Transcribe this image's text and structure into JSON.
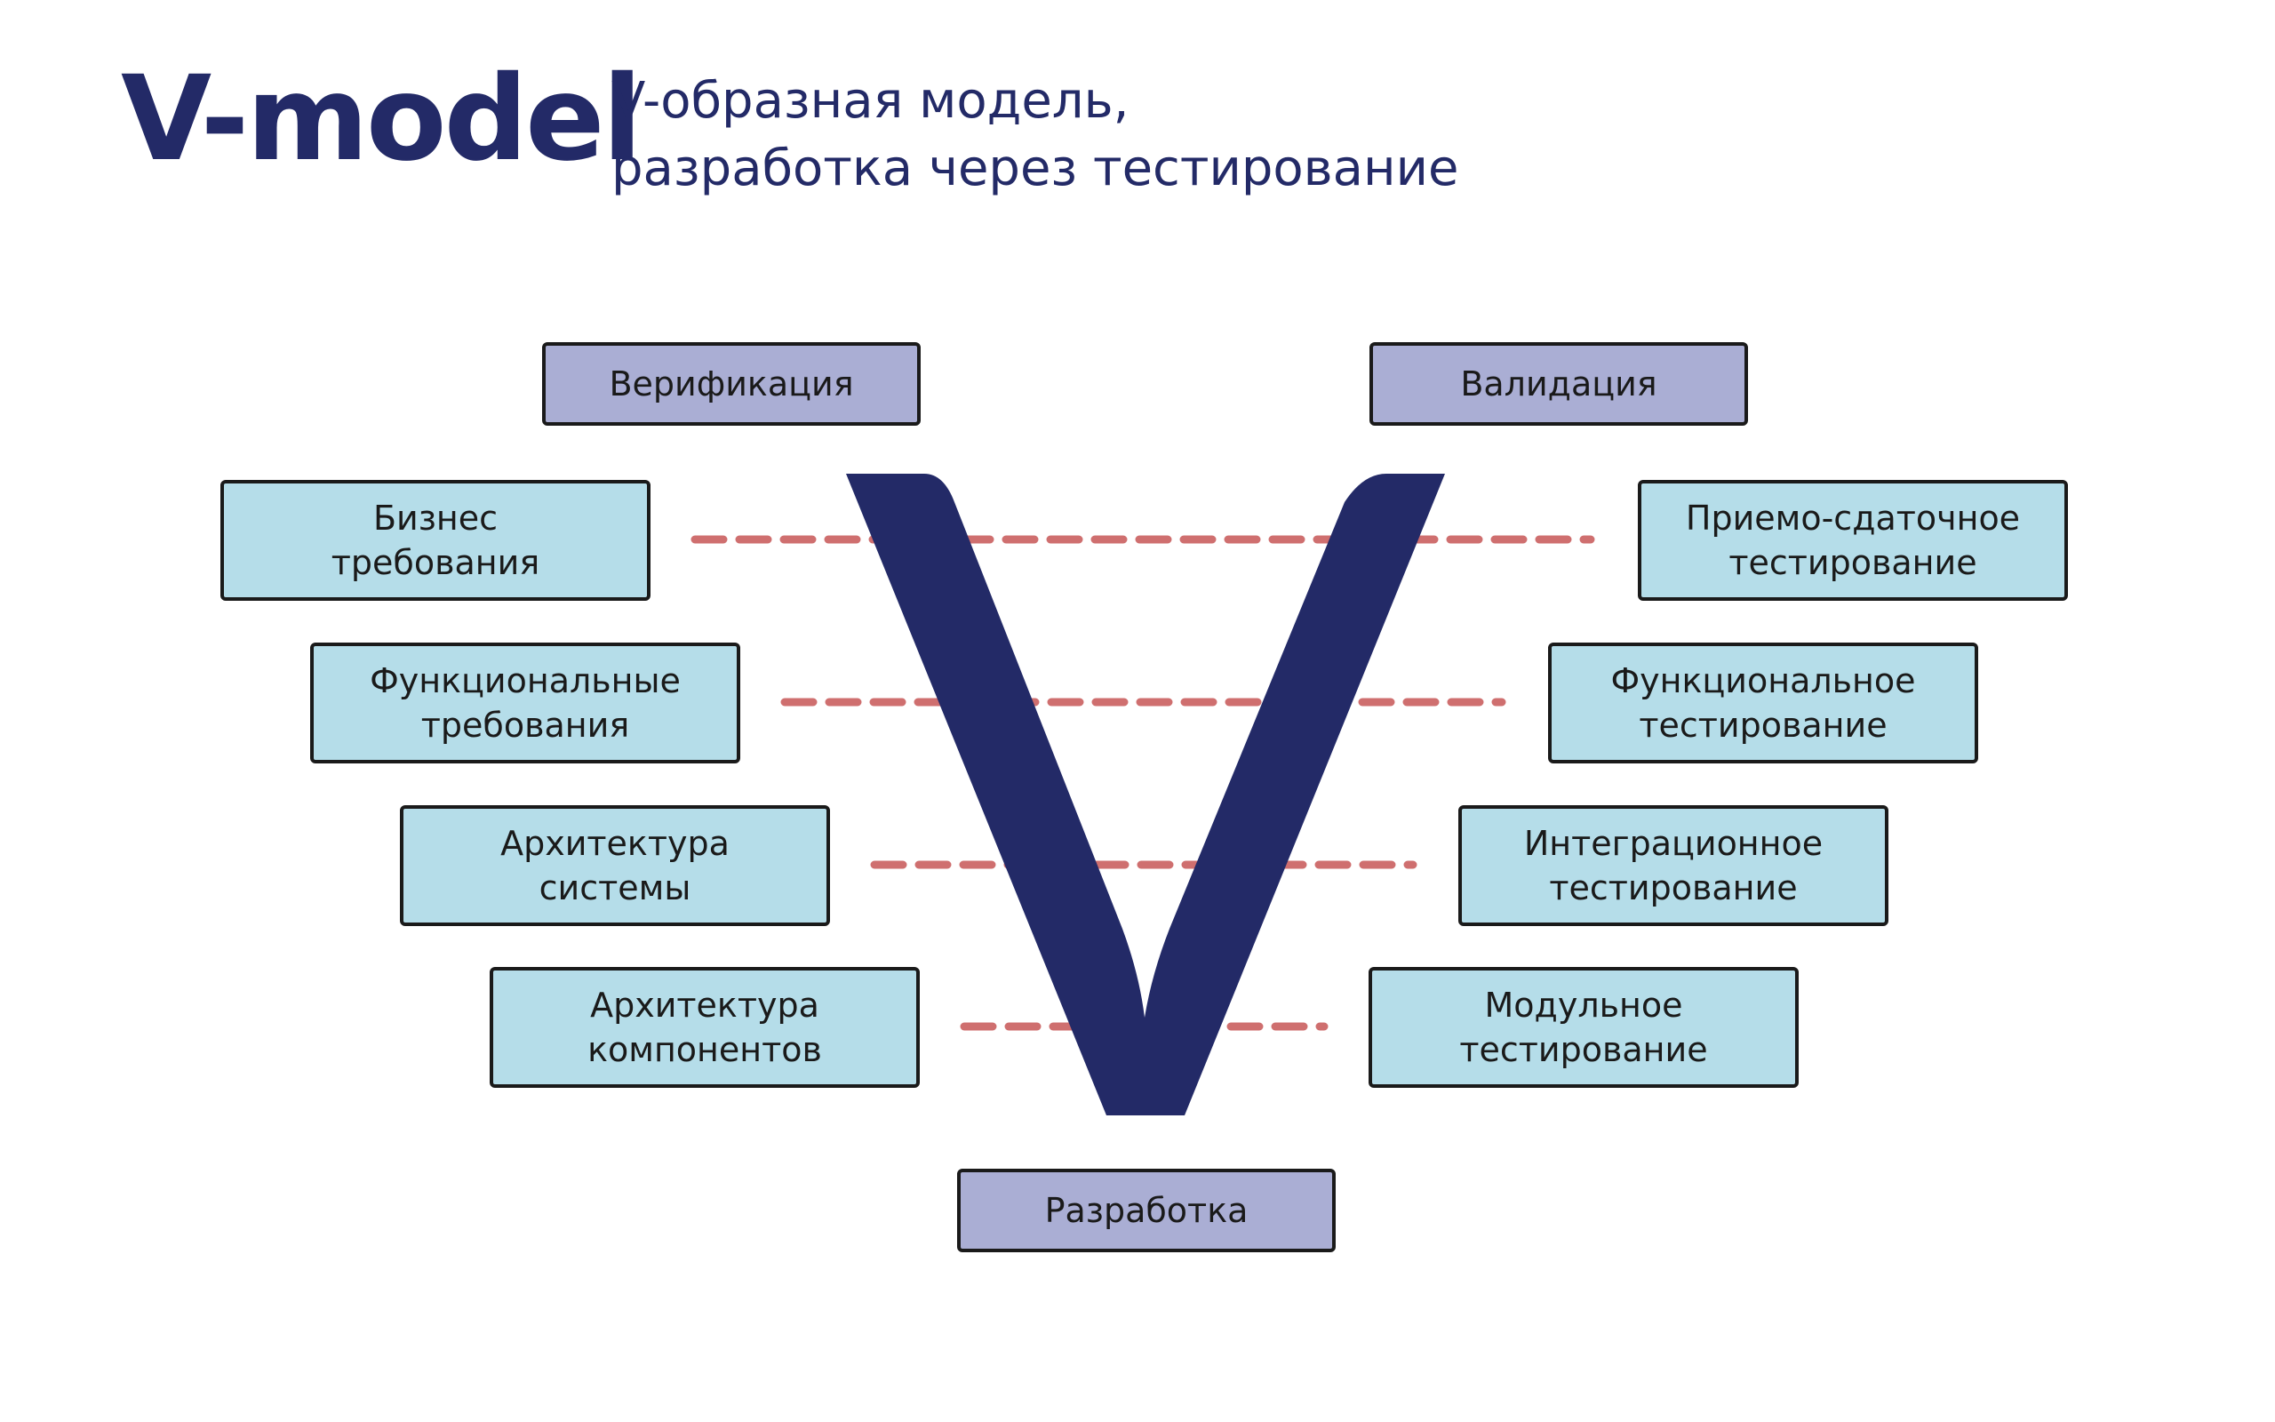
{
  "header": {
    "title": "V-model",
    "subtitle_line1": "V-образная модель,",
    "subtitle_line2": "разработка через тестирование"
  },
  "phases": {
    "verification": "Верификация",
    "validation": "Валидация",
    "development": "Разработка"
  },
  "left_stages": [
    {
      "line1": "Бизнес",
      "line2": "требования"
    },
    {
      "line1": "Функциональные",
      "line2": "требования"
    },
    {
      "line1": "Архитектура",
      "line2": "системы"
    },
    {
      "line1": "Архитектура",
      "line2": "компонентов"
    }
  ],
  "right_stages": [
    {
      "line1": "Приемо-сдаточное",
      "line2": "тестирование"
    },
    {
      "line1": "Функциональное",
      "line2": "тестирование"
    },
    {
      "line1": "Интеграционное",
      "line2": "тестирование"
    },
    {
      "line1": "Модульное",
      "line2": "тестирование"
    }
  ],
  "colors": {
    "title": "#232a67",
    "v_shape": "#232a67",
    "stage_fill": "#b5dde9",
    "phase_fill": "#aaaed4",
    "connector": "#cf6f6f",
    "border": "#1a1a1a"
  }
}
